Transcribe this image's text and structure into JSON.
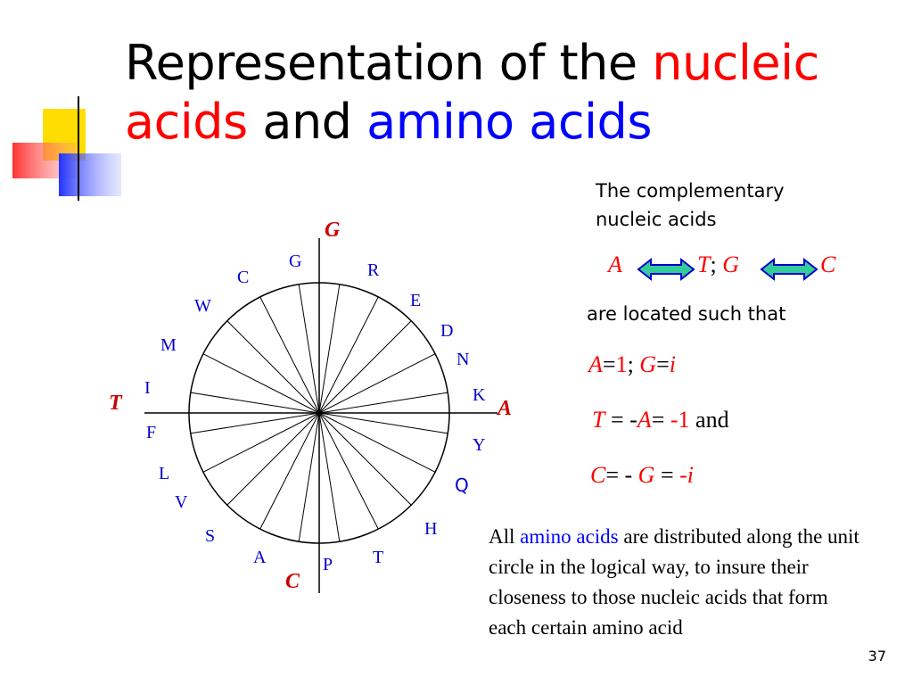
{
  "slide": {
    "title_part1": "Representation of the ",
    "title_part2": "nucleic",
    "title_part3": "acids",
    "title_part4": " and ",
    "title_part5": "amino acids",
    "page_number": "37"
  },
  "colors": {
    "red": "#ff0000",
    "blue": "#0000ff",
    "arrow_fill": "#33cc99",
    "arrow_stroke": "#0000cc"
  },
  "diagram": {
    "axis_labels": {
      "top": "G",
      "left": "T",
      "right": "A",
      "bottom": "C"
    },
    "amino_acids": [
      "G",
      "R",
      "E",
      "D",
      "N",
      "K",
      "Y",
      "Q",
      "H",
      "T",
      "P",
      "A",
      "S",
      "V",
      "L",
      "F",
      "I",
      "M",
      "W",
      "C"
    ]
  },
  "right_text": {
    "heading_line1": "The complementary",
    "heading_line2": "nucleic acids",
    "pair1_left": "A",
    "pair1_right": "T",
    "sep": ";",
    "pair2_left": "G",
    "pair2_right": "C",
    "located": "are located such that",
    "eq1": {
      "a": "A",
      "eq": "=",
      "one": "1",
      "sep": "; ",
      "g": "G",
      "eq2": "=",
      "i": "i"
    },
    "eq2": {
      "t": "T",
      "mid": " = -",
      "a": "A",
      "eq": "= ",
      "val": "-1",
      "and": " and"
    },
    "eq3": {
      "c": "C",
      "mid": "= - ",
      "g": "G",
      "eq": " = ",
      "val": "-i"
    }
  },
  "bottom_text": {
    "w1": "All ",
    "w2": "amino acids",
    "w3": " are distributed along the unit circle in the logical way, to insure their closeness to those nucleic acids that form each certain amino acid"
  }
}
